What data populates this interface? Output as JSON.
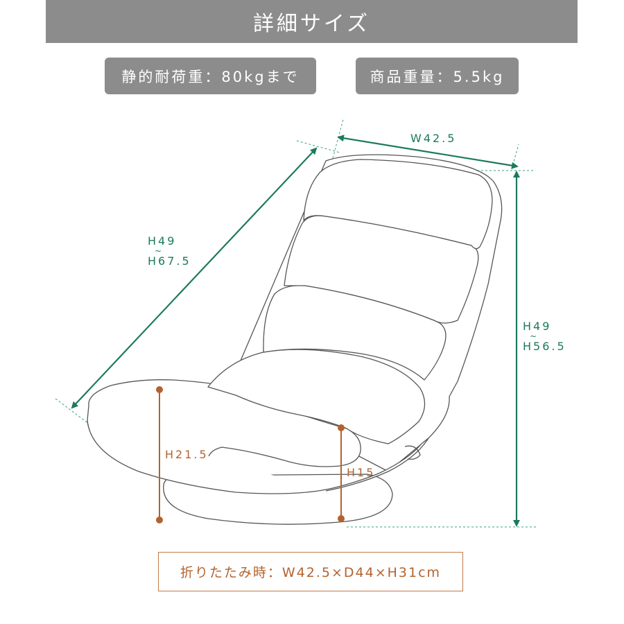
{
  "title": "詳細サイズ",
  "specs": {
    "load_capacity": "静的耐荷重：80kgまで",
    "product_weight": "商品重量：5.5kg"
  },
  "dimensions": {
    "width": "W42.5",
    "diagonal_height": {
      "line1": "H49",
      "tilde": "~",
      "line2": "H67.5"
    },
    "overall_height": {
      "line1": "H49",
      "tilde": "~",
      "line2": "H56.5"
    },
    "seat_height": "H21.5",
    "base_height": "H15"
  },
  "folded": "折りたたみ時：W42.5×D44×H31cm",
  "colors": {
    "banner": "#8c8c8c",
    "dimension_line": "#1a7a5e",
    "height_line": "#b3622e",
    "outline": "#555555"
  }
}
